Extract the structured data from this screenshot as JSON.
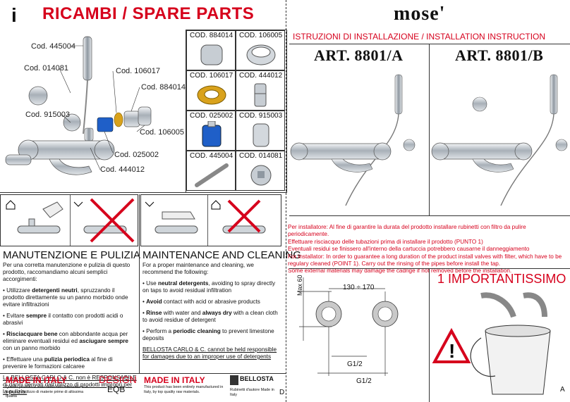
{
  "left": {
    "title_icon": "i",
    "title": "RICAMBI / SPARE PARTS",
    "callouts": [
      "Cod. 445004",
      "Cod. 014081",
      "Cod. 106017",
      "Cod. 884014",
      "Cod. 915003",
      "Cod. 106005",
      "Cod. 025002",
      "Cod. 444012"
    ],
    "grid": [
      {
        "code": "COD. 884014"
      },
      {
        "code": "COD. 106005"
      },
      {
        "code": "COD. 106017"
      },
      {
        "code": "COD. 444012"
      },
      {
        "code": "COD. 025002"
      },
      {
        "code": "COD. 915003"
      },
      {
        "code": "COD. 445004"
      },
      {
        "code": "COD. 014081"
      }
    ],
    "maint_it": {
      "heading": "MANUTENZIONE E PULIZIA",
      "intro": "Per una corretta manutenzione e pulizia di questo prodotto, raccomandiamo alcuni semplici accorgimenti:",
      "b1a": "Utilizzare ",
      "b1b": "detergenti neutri",
      "b1c": ", spruzzando il prodotto direttamente su un panno morbido onde evitare infiltrazioni",
      "b2a": "Evitare ",
      "b2b": "sempre",
      "b2c": " il contatto con prodotti acidi o abrasivi",
      "b3a": "Risciacquare bene",
      "b3b": " con abbondante acqua per eliminare eventuali residui ed ",
      "b3c": "asciugare sempre",
      "b3d": " con un panno morbido",
      "b4a": "Effettuare una ",
      "b4b": "pulizia periodica",
      "b4c": " al fine di prevenire le formazioni calcaree",
      "disclaimer": "La BELLOSTA CARLO & C. non è RESPONSABILE di danni derivati dall'utilizzo di prodotti impropri per la pulizia."
    },
    "maint_en": {
      "heading": "MAINTENANCE AND CLEANING",
      "intro": "For a proper maintenance and cleaning, we recommend the following:",
      "b1a": "Use ",
      "b1b": "neutral detergents",
      "b1c": ", avoiding to spray directly on taps to avoid residual infiltration",
      "b2a": "",
      "b2b": "Avoid",
      "b2c": " contact with acid or abrasive products",
      "b3a": "Rinse",
      "b3b": " with water and ",
      "b3c": "always dry",
      "b3d": " with a clean cloth to avoid residue of detergent",
      "b4a": "Perform a ",
      "b4b": "periodic cleaning",
      "b4c": " to prevent limestone deposits",
      "disclaimer": "BELLOSTA CARLO & C. cannot be held responsible for damages due to an improper use of detergents"
    },
    "footer": {
      "made_it": "MADE IN ITALY",
      "made_it_text": "Questo prodotto è stato realizzato interamente in Italia con l'utilizzo di materie prime di altissima qualità",
      "design": "DESIGN",
      "design_sub": "EQB",
      "made_en": "MADE IN ITALY",
      "made_en_text": "This product has been entirely manufactured in Italy, by top quality raw materials.",
      "bellosta": "BELLOSTA",
      "bellosta_sub": "Rubinetti d'autore Made in Italy",
      "page_letter": "D"
    }
  },
  "right": {
    "logo": "mose'",
    "inst_title": "ISTRUZIONI DI INSTALLAZIONE / INSTALLATION INSTRUCTION",
    "art_a": "ART. 8801/A",
    "art_b": "ART. 8801/B",
    "notes": [
      "Per installatore: Al fine di garantire la durata del prodotto installare rubinetti con filtro da pulire periodicamente.",
      "Effettuare risciacquo delle tubazioni prima di installare il prodotto (PUNTO 1)",
      "Eventuali residui se finissero all'interno della cartuccia potrebbero causarne il danneggiamento",
      "For installator: In order to guarantee a long duration of the product install valves with filter, which have to be regulary cleaned (POINT 1). Carry out the rinsing of the pipes before install the tap.",
      "Some external materials may damage the cadrige if not removed before the  installation."
    ],
    "dims": {
      "max": "Max 60",
      "span": "130 ÷ 170",
      "g1": "G1/2",
      "g2": "G1/2"
    },
    "important": "1  IMPORTANTISSIMO",
    "page_letter": "A"
  },
  "colors": {
    "accent": "#d6001c",
    "chrome": "#9aa3ab",
    "blue": "#1f5fc8",
    "brass": "#d9a21c"
  }
}
